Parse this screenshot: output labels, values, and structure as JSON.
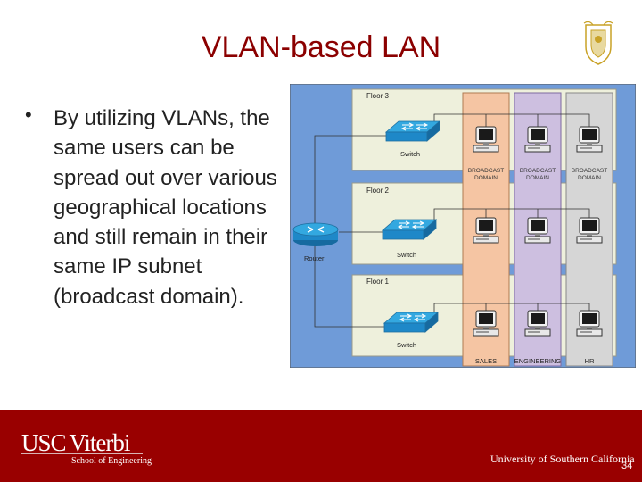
{
  "slide": {
    "title": "VLAN-based LAN",
    "bullet_marker": "•",
    "bullet": "By utilizing VLANs, the same users can be spread out over various geographical locations and still remain in their same IP subnet (broadcast domain).",
    "page_number": "34"
  },
  "diagram": {
    "floors": [
      {
        "label": "Floor 3",
        "switch_label": "Switch"
      },
      {
        "label": "Floor 2",
        "switch_label": "Switch"
      },
      {
        "label": "Floor 1",
        "switch_label": "Switch"
      }
    ],
    "router_label": "Router",
    "broadcast_domain_label_line1": "BROADCAST",
    "broadcast_domain_label_line2": "DOMAIN",
    "columns": [
      {
        "name": "SALES",
        "color": "#f5c5a3"
      },
      {
        "name": "ENGINEERING",
        "color": "#cdbfe0"
      },
      {
        "name": "HR",
        "color": "#d6d6d6"
      }
    ],
    "background_color": "#6f9bd8"
  },
  "footer": {
    "logo_usc": "USC",
    "logo_viterbi": "Viterbi",
    "school": "School of Engineering",
    "university": "University of Southern California",
    "color": "#990000"
  }
}
